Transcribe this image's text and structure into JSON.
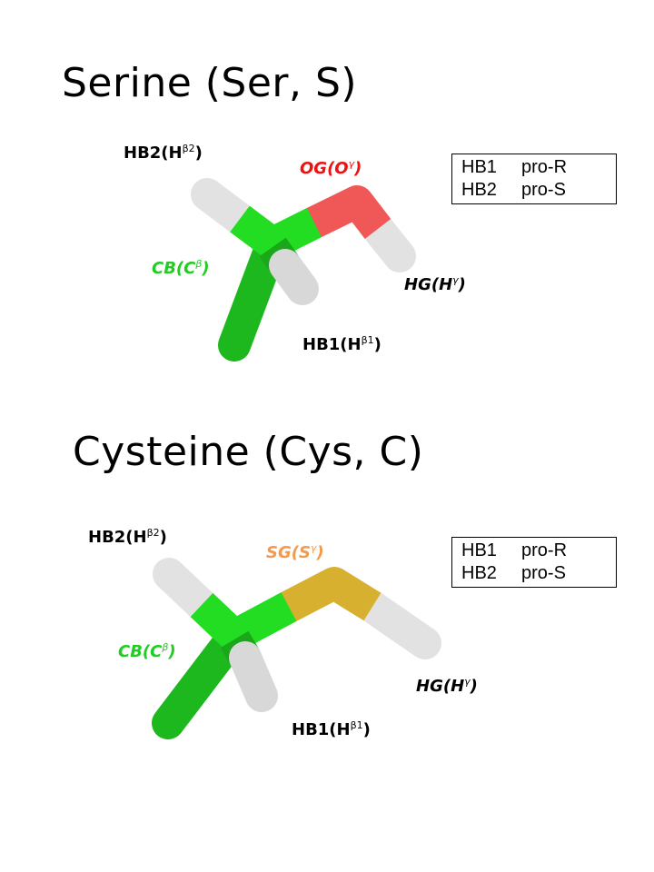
{
  "serine": {
    "title": "Serine (Ser, S)",
    "labels": {
      "hb2": {
        "base": "HB2(H",
        "sup": "β2",
        "close": ")"
      },
      "og": {
        "base": "OG(O",
        "sup": "γ",
        "close": ")"
      },
      "cb": {
        "base": "CB(C",
        "sup": "β",
        "close": ")"
      },
      "hg": {
        "base": "HG(H",
        "sup": "γ",
        "close": ")"
      },
      "hb1": {
        "base": "HB1(H",
        "sup": "β1",
        "close": ")"
      }
    },
    "legend": [
      {
        "atom": "HB1",
        "config": "pro-R"
      },
      {
        "atom": "HB2",
        "config": "pro-S"
      }
    ]
  },
  "cysteine": {
    "title": "Cysteine (Cys, C)",
    "labels": {
      "hb2": {
        "base": "HB2(H",
        "sup": "β2",
        "close": ")"
      },
      "sg": {
        "base": "SG(S",
        "sup": "γ",
        "close": ")"
      },
      "cb": {
        "base": "CB(C",
        "sup": "β",
        "close": ")"
      },
      "hg": {
        "base": "HG(H",
        "sup": "γ",
        "close": ")"
      },
      "hb1": {
        "base": "HB1(H",
        "sup": "β1",
        "close": ")"
      }
    },
    "legend": [
      {
        "atom": "HB1",
        "config": "pro-R"
      },
      {
        "atom": "HB2",
        "config": "pro-S"
      }
    ]
  },
  "colors": {
    "carbon": "#22dd22",
    "oxygen": "#f05050",
    "sulfur": "#d8b030",
    "hydrogen": "#e6e6e6",
    "og_label": "#ee1111",
    "sg_label": "#f59a4a",
    "cb_label": "#22cc22"
  }
}
